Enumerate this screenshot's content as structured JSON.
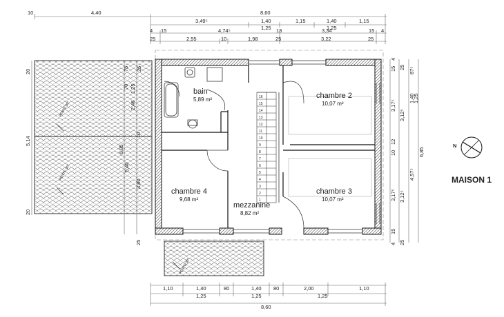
{
  "plan": {
    "title": "MAISON 1",
    "north_label": "N",
    "rooms": [
      {
        "key": "bain",
        "name": "bain",
        "area": "5,89 m²"
      },
      {
        "key": "chambre2",
        "name": "chambre 2",
        "area": "10,07 m²"
      },
      {
        "key": "chambre3",
        "name": "chambre 3",
        "area": "10,07 m²"
      },
      {
        "key": "chambre4",
        "name": "chambre 4",
        "area": "9,68 m²"
      },
      {
        "key": "mezzanine",
        "name": "mezzanine",
        "area": "8,82 m²"
      }
    ],
    "roof_labels": [
      "PENTE 30°",
      "PENTE 30°",
      "PENTE 30°"
    ],
    "stair_steps": [
      "16",
      "15",
      "14",
      "13",
      "12",
      "11",
      "10",
      "9",
      "8",
      "7",
      "6",
      "5",
      "4",
      "3",
      "2",
      "1"
    ],
    "dims_top_row1": [
      "10",
      "4,40",
      "8,60"
    ],
    "dims_top_row2": [
      "3,49⁵",
      "1,40",
      "1,15",
      "1,40",
      "1,15"
    ],
    "dims_top_row2b": [
      "1,25",
      "1,25"
    ],
    "dims_top_row3": [
      "4",
      "15",
      "4,74⁵",
      "13",
      "3,34",
      "15",
      "4"
    ],
    "dims_top_row4": [
      "25",
      "2,55",
      "10",
      "1,98",
      "25",
      "3,22",
      "25"
    ],
    "dims_left": [
      "20",
      "5,14",
      "20"
    ],
    "dims_left_inner": [
      "25",
      "70",
      "75",
      "1,25",
      "2,46",
      "10",
      "6,85",
      "5,40",
      "3,80",
      "25"
    ],
    "dims_right1": [
      "4",
      "15",
      "3,17⁵",
      "12",
      "10",
      "3,17⁵",
      "15",
      "4"
    ],
    "dims_right2": [
      "25",
      "3,12⁵",
      "3,12⁵",
      "25"
    ],
    "dims_right3": [
      "87⁵",
      "1,40",
      "1,25",
      "4,57⁵"
    ],
    "dims_right4": [
      "6,85"
    ],
    "dims_bottom_row1": [
      "1,10",
      "1,40",
      "80",
      "1,40",
      "80",
      "2,00",
      "1,10"
    ],
    "dims_bottom_row2": [
      "1,25",
      "1,25",
      "1,25"
    ],
    "dims_bottom_row3": [
      "8,60"
    ]
  }
}
